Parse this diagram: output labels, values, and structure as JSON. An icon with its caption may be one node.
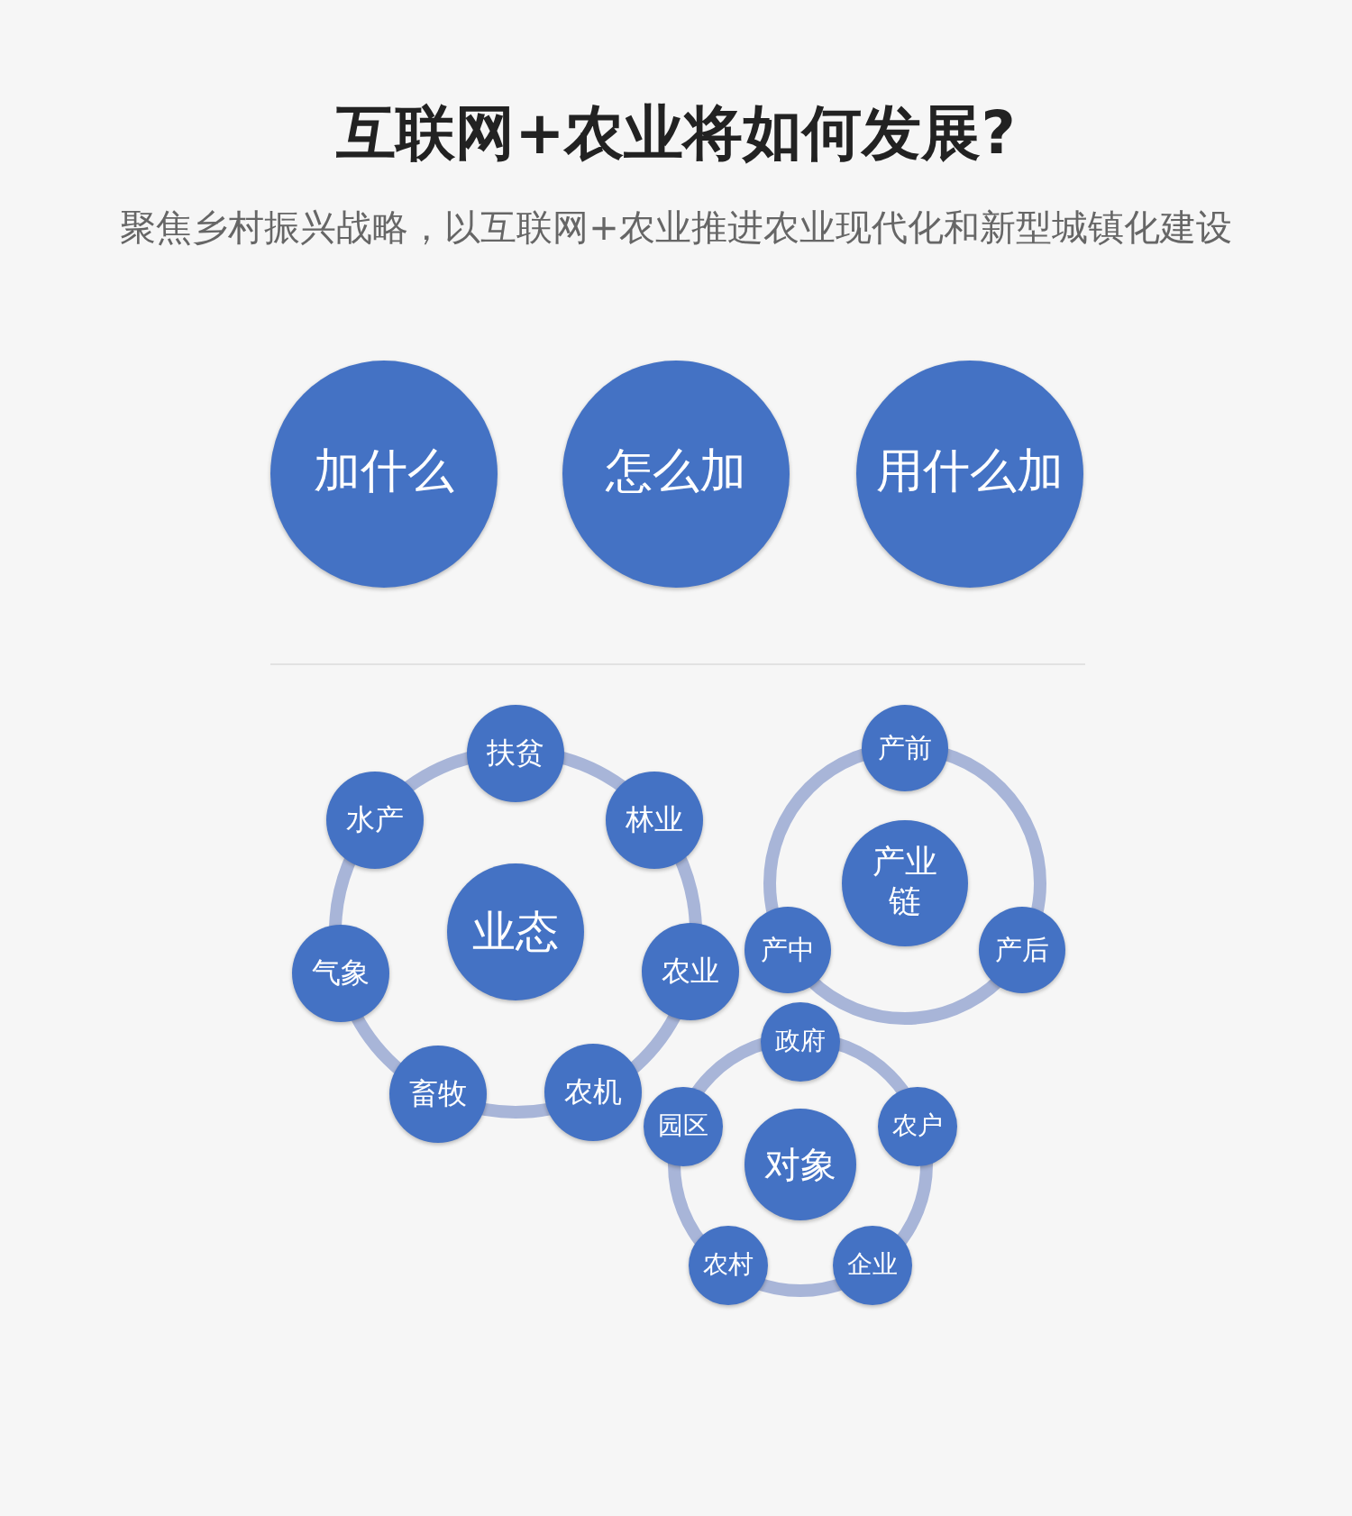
{
  "diagram": {
    "title": "互联网+农业将如何发展?",
    "nodes": [
      {
        "text": [
          "加什么"
        ]
      },
      {
        "text": [
          "怎么加"
        ]
      },
      {
        "text": [
          "用什么加"
        ]
      },
      {
        "text": [
          "业态"
        ]
      },
      {
        "text": [
          "扶贫"
        ]
      },
      {
        "text": [
          "林业"
        ]
      },
      {
        "text": [
          "农业"
        ]
      },
      {
        "text": [
          "农机"
        ]
      },
      {
        "text": [
          "畜牧"
        ]
      },
      {
        "text": [
          "气象"
        ]
      },
      {
        "text": [
          "水产"
        ]
      },
      {
        "text": [
          "产业链"
        ]
      },
      {
        "text": [
          "产前"
        ]
      },
      {
        "text": [
          "产后"
        ]
      },
      {
        "text": [
          "产中"
        ]
      },
      {
        "text": [
          "对象"
        ]
      },
      {
        "text": [
          "政府"
        ]
      },
      {
        "text": [
          "农户"
        ]
      },
      {
        "text": [
          "企业"
        ]
      },
      {
        "text": [
          "农村"
        ]
      },
      {
        "text": [
          "园区"
        ]
      }
    ],
    "labels": [
      "聚焦乡村振兴战略，以互联网+农业推进农业现代化和新型城镇化建设"
    ]
  }
}
